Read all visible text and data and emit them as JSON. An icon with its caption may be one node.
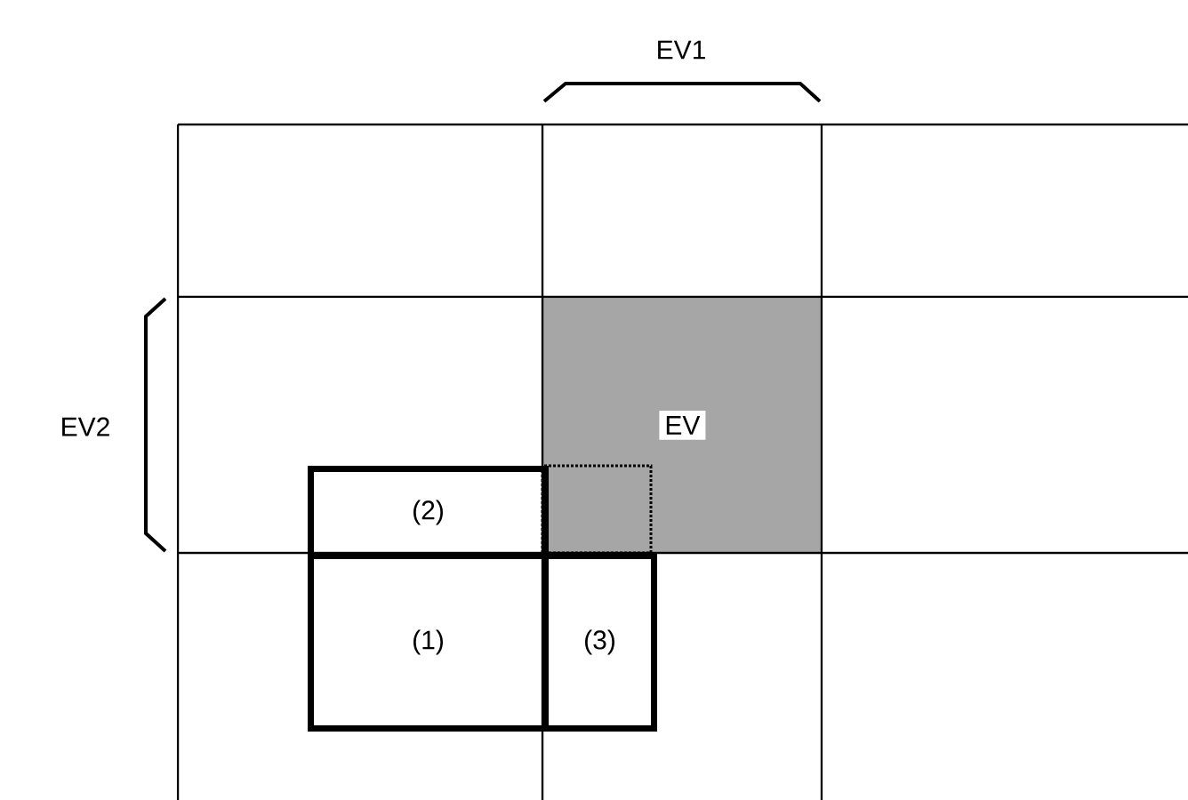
{
  "diagram": {
    "nodes": [
      {
        "text": [
          "EV"
        ]
      },
      {
        "text": [
          "(2)"
        ]
      },
      {
        "text": [
          "(1)"
        ]
      },
      {
        "text": [
          "(3)"
        ]
      }
    ],
    "labels": [
      "EV1",
      "EV2"
    ]
  }
}
